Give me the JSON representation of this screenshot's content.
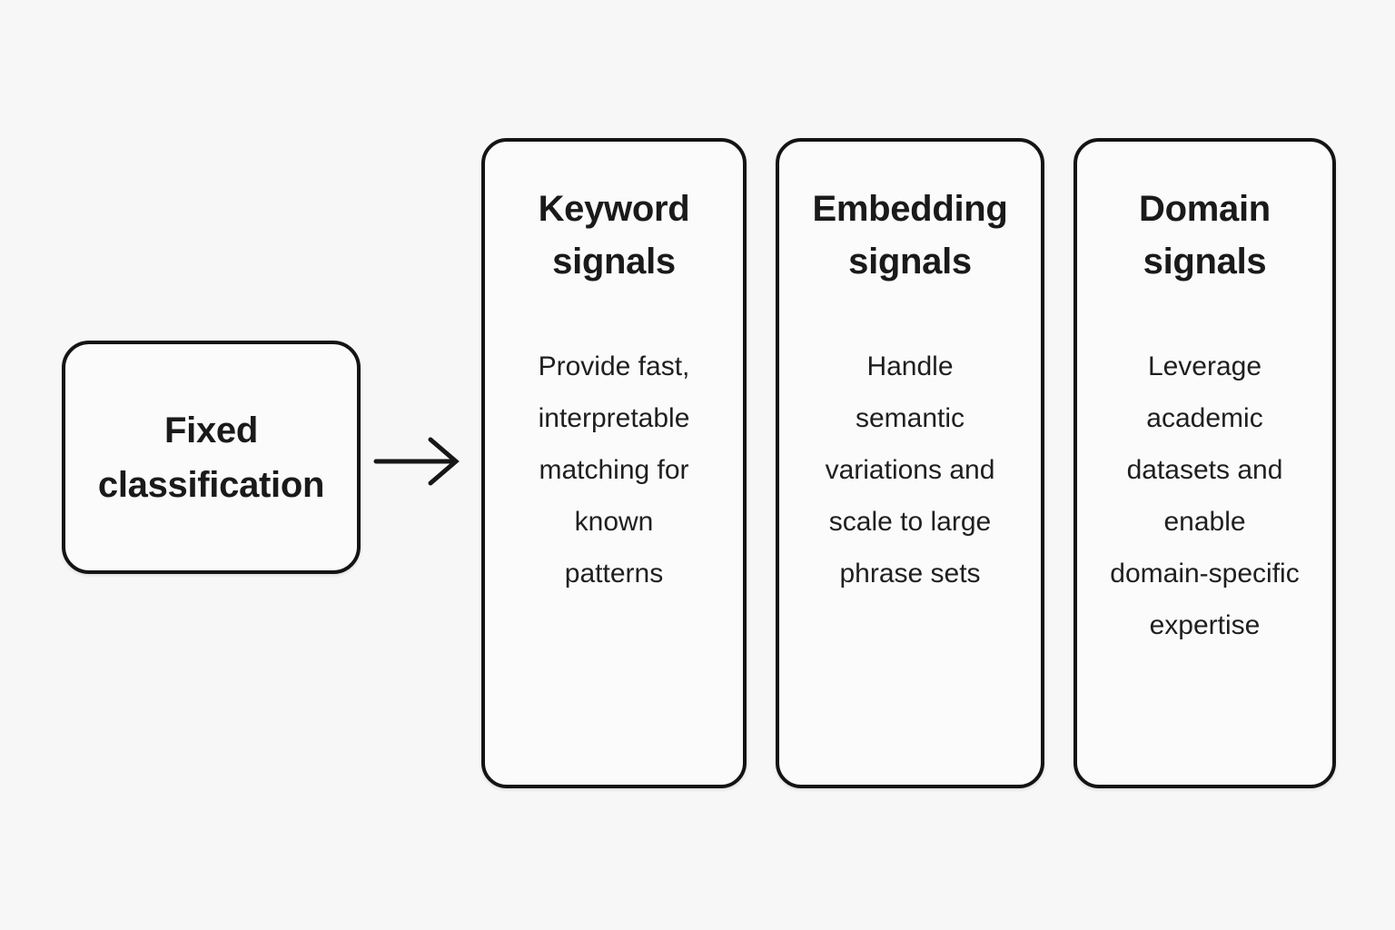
{
  "diagram": {
    "colors": {
      "background": "#f7f7f7",
      "box_fill": "#fbfbfb",
      "border": "#141414",
      "text": "#1a1a1a"
    },
    "source_box": {
      "label": "Fixed classification",
      "lines": [
        "Fixed",
        "classification"
      ]
    },
    "arrow": {
      "type": "right-arrow"
    },
    "cards": [
      {
        "title": "Keyword signals",
        "title_lines": [
          "Keyword",
          "signals"
        ],
        "body": "Provide fast, interpretable matching for known patterns",
        "body_lines": [
          "Provide fast,",
          "interpretable",
          "matching for",
          "known",
          "patterns"
        ]
      },
      {
        "title": "Embedding signals",
        "title_lines": [
          "Embedding",
          "signals"
        ],
        "body": "Handle semantic variations and scale to large phrase sets",
        "body_lines": [
          "Handle",
          "semantic",
          "variations and",
          "scale to large",
          "phrase sets"
        ]
      },
      {
        "title": "Domain signals",
        "title_lines": [
          "Domain",
          "signals"
        ],
        "body": "Leverage academic datasets and enable domain-specific expertise",
        "body_lines": [
          "Leverage",
          "academic",
          "datasets and",
          "enable",
          "domain-specific",
          "expertise"
        ]
      }
    ]
  }
}
